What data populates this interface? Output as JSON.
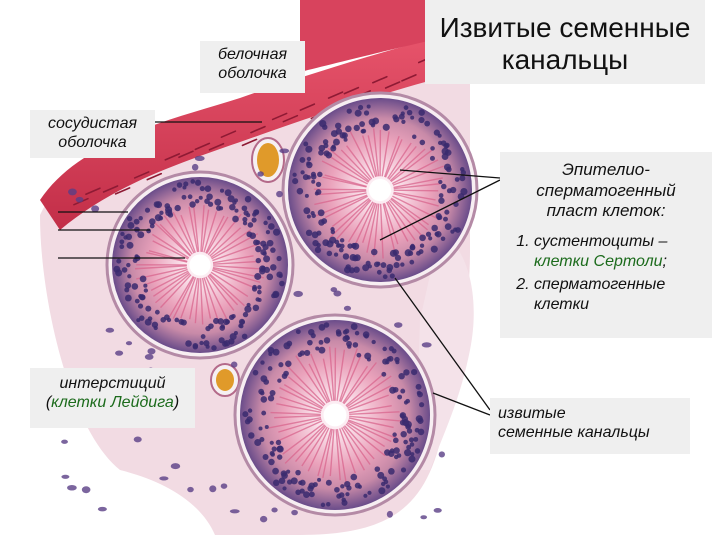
{
  "title": {
    "line1": "Извитые семенные",
    "line2": "канальцы"
  },
  "labels": {
    "tunica_albuginea": {
      "line1": "белочная",
      "line2": "оболочка"
    },
    "tunica_vasculosa": {
      "line1": "сосудистая",
      "line2": "оболочка"
    },
    "interstitium": {
      "line1": "интерстиций",
      "open": "(",
      "green": "клетки Лейдига",
      "close": ")"
    },
    "convoluted_tubules": {
      "line1": "извитые",
      "line2": "семенные канальцы"
    },
    "epithelium": {
      "head1": "Эпителио-",
      "head2": "сперматогенный",
      "head3": "пласт клеток:",
      "item1_main": "сустентоциты –",
      "item1_green": "клетки Сертоли",
      "item1_tail": ";",
      "item2": "сперматогенные клетки"
    }
  },
  "colors": {
    "capsule": "#d9405a",
    "capsule_dark": "#b8203c",
    "tissue_bg": "#f3dde6",
    "cell_nucleus": "#3a2a6e",
    "lumen_pink": "#e895b0",
    "rbc": "#e09a2a",
    "green_text": "#1c6b1c"
  }
}
